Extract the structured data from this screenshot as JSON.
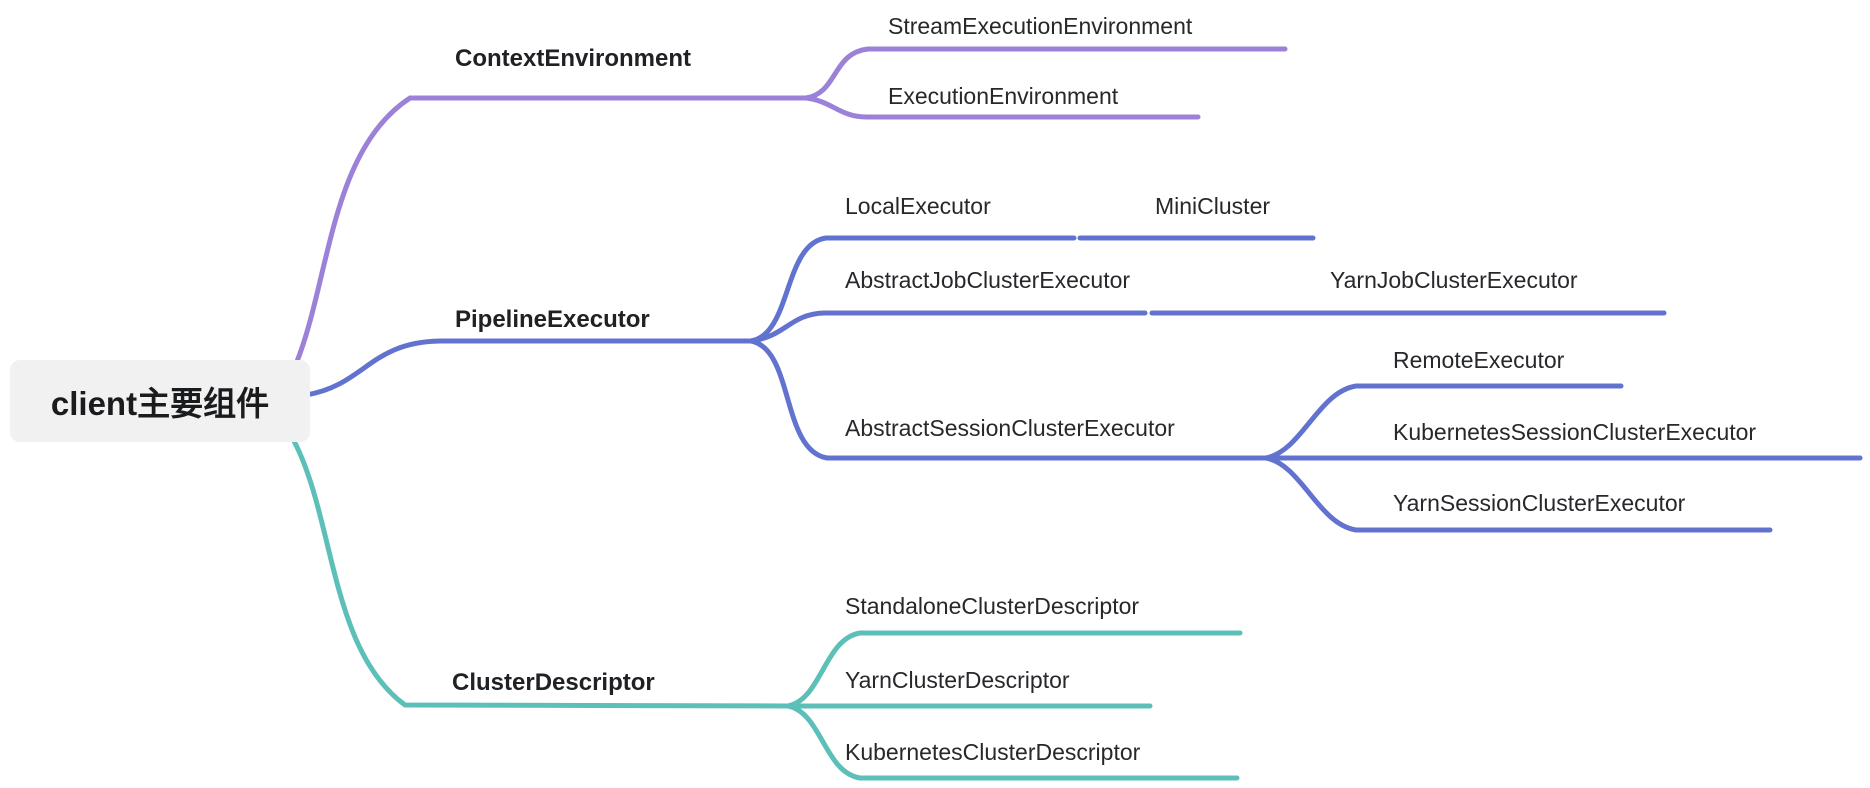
{
  "mindmap": {
    "root_label": "client主要组件",
    "palette": {
      "context_environment_branch": "#9b81d7",
      "pipeline_executor_branch": "#6173cf",
      "cluster_descriptor_branch": "#5cc0b8",
      "root_background": "#f1f1f2",
      "text_color": "#26282b"
    },
    "branches": [
      {
        "label": "ContextEnvironment",
        "color": "#9b81d7",
        "children": [
          {
            "label": "StreamExecutionEnvironment",
            "children": []
          },
          {
            "label": "ExecutionEnvironment",
            "children": []
          }
        ]
      },
      {
        "label": "PipelineExecutor",
        "color": "#6173cf",
        "children": [
          {
            "label": "LocalExecutor",
            "children": [
              {
                "label": "MiniCluster",
                "children": []
              }
            ]
          },
          {
            "label": "AbstractJobClusterExecutor",
            "children": [
              {
                "label": "YarnJobClusterExecutor",
                "children": []
              }
            ]
          },
          {
            "label": "AbstractSessionClusterExecutor",
            "children": [
              {
                "label": "RemoteExecutor",
                "children": []
              },
              {
                "label": "KubernetesSessionClusterExecutor",
                "children": []
              },
              {
                "label": "YarnSessionClusterExecutor",
                "children": []
              }
            ]
          }
        ]
      },
      {
        "label": "ClusterDescriptor",
        "color": "#5cc0b8",
        "children": [
          {
            "label": "StandaloneClusterDescriptor",
            "children": []
          },
          {
            "label": "YarnClusterDescriptor",
            "children": []
          },
          {
            "label": "KubernetesClusterDescriptor",
            "children": []
          }
        ]
      }
    ]
  }
}
